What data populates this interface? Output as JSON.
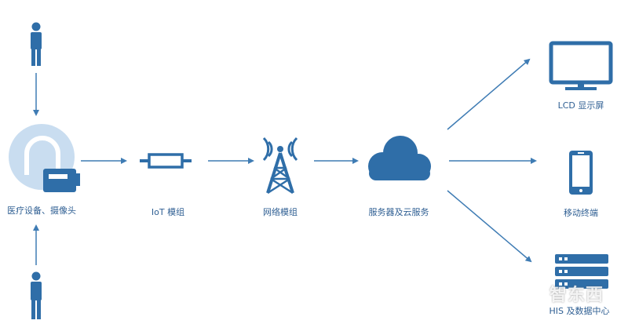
{
  "nodes": {
    "medical": {
      "label": "医疗设备、摄像头"
    },
    "iot": {
      "label": "IoT 模组"
    },
    "network": {
      "label": "网络模组"
    },
    "server": {
      "label": "服务器及云服务"
    },
    "lcd": {
      "label": "LCD 显示屏"
    },
    "mobile": {
      "label": "移动终端"
    },
    "his": {
      "label": "HIS 及数据中心"
    }
  },
  "watermark": "智东西",
  "colors": {
    "primary": "#2f6ea8",
    "icon_light": "#c9ddf0",
    "arrow": "#3f7cb4",
    "label": "#2f5f93"
  }
}
